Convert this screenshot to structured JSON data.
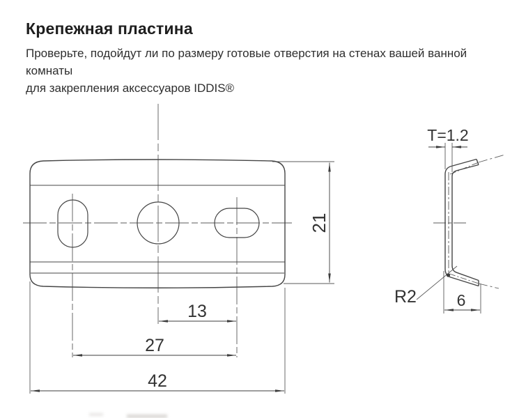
{
  "header": {
    "title": "Крепежная пластина",
    "description_line1": "Проверьте, подойдут ли по размеру готовые отверстия на стенах вашей ванной комнаты",
    "description_line2": "для закрепления аксессуаров IDDIS®"
  },
  "drawing": {
    "kind": "technical dimension drawing, mounting plate, front view and side section",
    "front_view": {
      "height_label": "21",
      "hole_spacing_center_to_right_label": "13",
      "hole_spacing_left_to_right_label": "27",
      "width_label": "42"
    },
    "side_view": {
      "thickness_label": "T=1.2",
      "bend_radius_label": "R2",
      "flange_depth_label": "6"
    },
    "colors": {
      "outline": "#454545",
      "thin_line": "#5a5a5a",
      "text": "#333333",
      "background": "#ffffff"
    }
  }
}
